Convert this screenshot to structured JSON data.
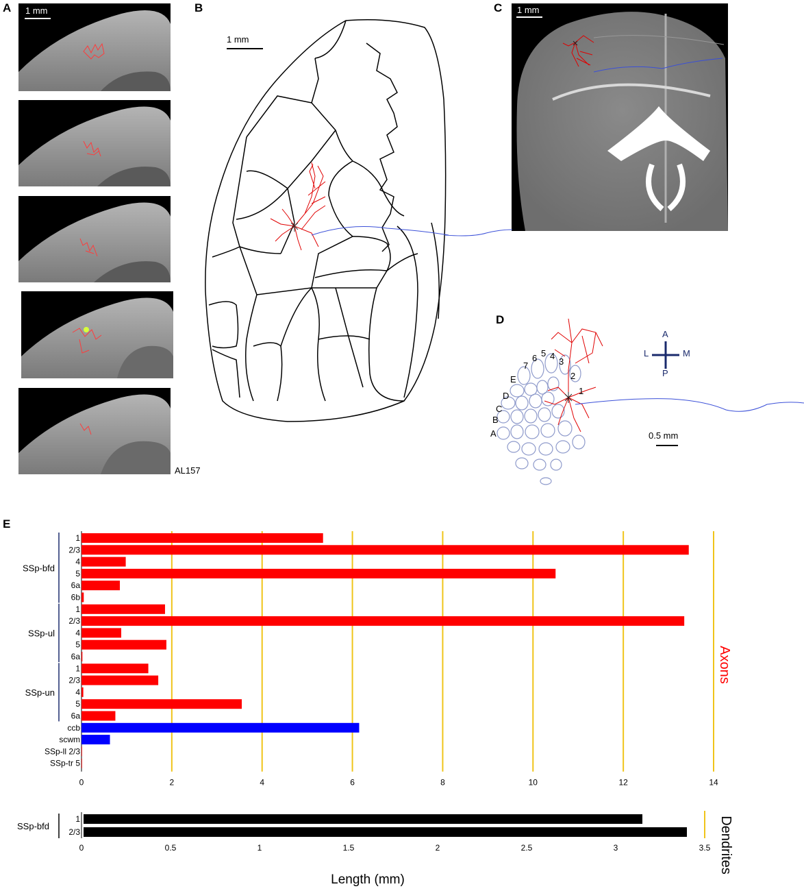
{
  "panels": {
    "A": {
      "letter": "A",
      "scale_label": "1 mm",
      "id_label": "AL157"
    },
    "B": {
      "letter": "B",
      "scale_label": "1 mm"
    },
    "C": {
      "letter": "C",
      "scale_label": "1 mm"
    },
    "D": {
      "letter": "D",
      "scale_label": "0.5 mm",
      "compass": {
        "a": "A",
        "p": "P",
        "l": "L",
        "m": "M"
      },
      "row_labels": [
        "A",
        "B",
        "C",
        "D",
        "E"
      ],
      "arc_labels": [
        "7",
        "6",
        "5",
        "4",
        "3",
        "2",
        "1"
      ]
    },
    "E": {
      "letter": "E"
    }
  },
  "chart_data": [
    {
      "type": "bar",
      "orientation": "horizontal",
      "side_label": "Axons",
      "xlabel": "Length (mm)",
      "xlim": [
        0,
        14
      ],
      "xticks": [
        "0",
        "2",
        "4",
        "6",
        "8",
        "10",
        "12",
        "14"
      ],
      "gridlines": [
        2,
        4,
        6,
        8,
        10,
        12,
        14
      ],
      "groups": [
        {
          "name": "SSp-bfd",
          "start": 0,
          "end": 5
        },
        {
          "name": "SSp-ul",
          "start": 6,
          "end": 10
        },
        {
          "name": "SSp-un",
          "start": 11,
          "end": 15
        }
      ],
      "categories": [
        "1",
        "2/3",
        "4",
        "5",
        "6a",
        "6b",
        "1",
        "2/3",
        "4",
        "5",
        "6a",
        "1",
        "2/3",
        "4",
        "5",
        "6a",
        "ccb",
        "scwm",
        "SSp-ll  2/3",
        "SSp-tr 5"
      ],
      "values": [
        5.35,
        13.45,
        0.98,
        10.5,
        0.85,
        0.05,
        1.85,
        13.35,
        0.88,
        1.88,
        0.02,
        1.48,
        1.7,
        0.04,
        3.55,
        0.75,
        6.15,
        0.63,
        0.01,
        0.0
      ],
      "colors": [
        "#ff0000",
        "#ff0000",
        "#ff0000",
        "#ff0000",
        "#ff0000",
        "#ff0000",
        "#ff0000",
        "#ff0000",
        "#ff0000",
        "#ff0000",
        "#ff0000",
        "#ff0000",
        "#ff0000",
        "#ff0000",
        "#ff0000",
        "#ff0000",
        "#0000ff",
        "#0000ff",
        "#ff0000",
        "#ff0000"
      ],
      "side_label_color": "#ff0000",
      "grid_color": "#f0c419"
    },
    {
      "type": "bar",
      "orientation": "horizontal",
      "side_label": "Dendrites",
      "xlabel": "Length (mm)",
      "xlim": [
        0,
        3.5
      ],
      "xticks": [
        "0",
        "0.5",
        "1",
        "1.5",
        "2",
        "2.5",
        "3",
        "3.5"
      ],
      "group": "SSp-bfd",
      "categories": [
        "1",
        "2/3"
      ],
      "values": [
        3.15,
        3.4
      ],
      "bar_color": "#000000",
      "grid_color": "#f0c419"
    }
  ],
  "colors": {
    "axon": "#ff0000",
    "axon_long": "#0000ff",
    "dendrite": "#000000",
    "grid": "#f0c419",
    "barrel_outline": "#8e9acb",
    "compass": "#1a2a6c"
  }
}
